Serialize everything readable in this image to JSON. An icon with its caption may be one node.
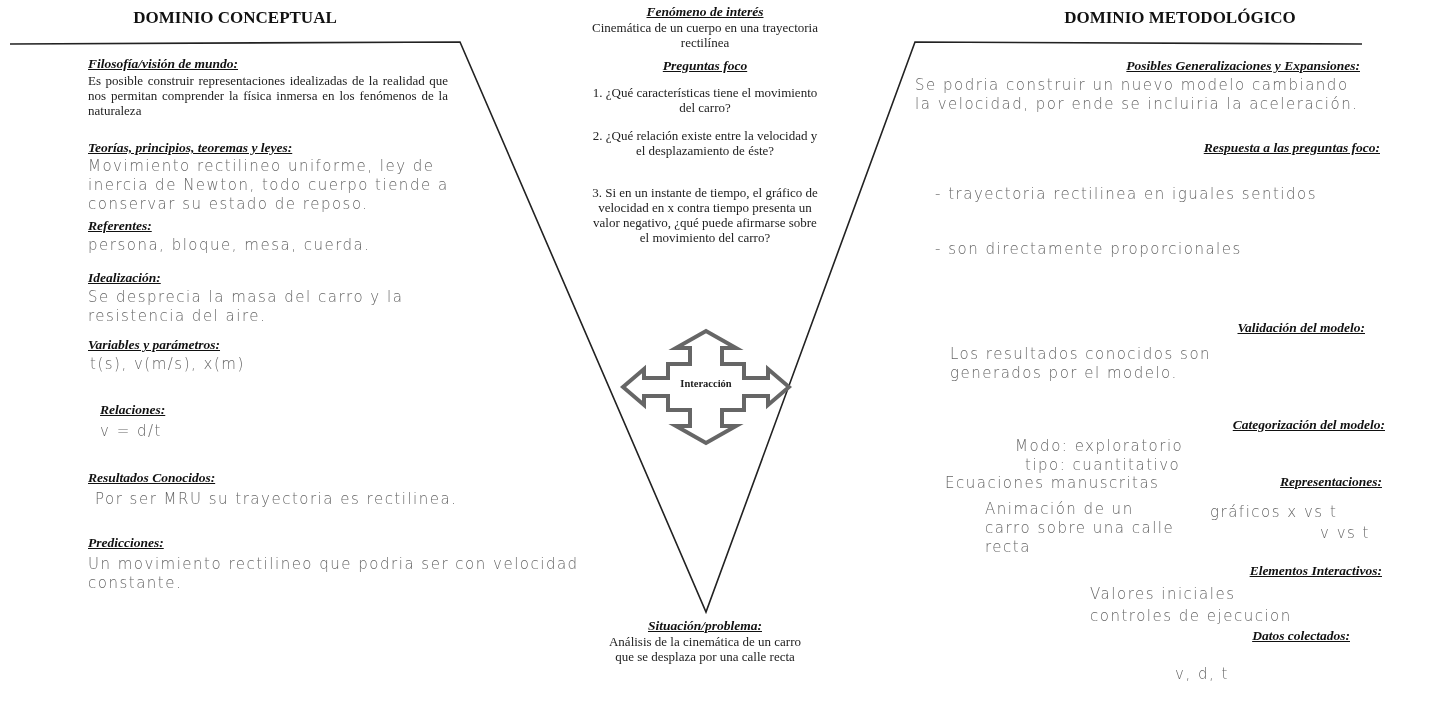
{
  "diagram": {
    "nodes": [
      {
        "text": [
          "Interacción"
        ]
      }
    ],
    "labels": [
      "DOMINIO CONCEPTUAL",
      "Filosofía/visión de mundo:",
      "Es posible construir representaciones idealizadas de la realidad que nos permitan comprender la física inmersa en los fenómenos de la naturaleza",
      "Teorías, principios, teoremas y leyes:",
      "Movimiento rectilineo uniforme, ley de inercia de Newton, todo cuerpo tiende a conservar su estado de reposo.",
      "Referentes:",
      "persona, bloque, mesa, cuerda.",
      "Idealización:",
      "Se desprecia la masa del carro y la resistencia del aire.",
      "Variables y parámetros:",
      "t(s), v(m/s), x(m)",
      "Relaciones:",
      "v = d/t",
      "Resultados Conocidos:",
      "Por ser MRU su trayectoria es rectilinea.",
      "Predicciones:",
      "Un movimiento rectilineo que podria ser con velocidad constante.",
      "Fenómeno de interés",
      "Cinemática de un cuerpo en una trayectoria rectilínea",
      "Preguntas foco",
      "1. ¿Qué características tiene el movimiento del carro?",
      "2. ¿Qué relación existe entre la velocidad y el desplazamiento de éste?",
      "3. Si en un instante de tiempo, el gráfico de velocidad en x contra tiempo presenta un valor negativo, ¿qué puede afirmarse sobre el movimiento del carro?",
      "Situación/problema:",
      "Análisis de la cinemática de un carro que se desplaza por una calle recta",
      "DOMINIO METODOLÓGICO",
      "Posibles Generalizaciones y Expansiones:",
      "Se podria construir un nuevo modelo cambiando la velocidad, por ende se incluiria la aceleración.",
      "Respuesta a las preguntas foco:",
      "- trayectoria rectilinea en iguales sentidos",
      "- son directamente proporcionales",
      "Validación del modelo:",
      "Los resultados conocidos son generados por el modelo.",
      "Categorización del modelo:",
      "Modo: exploratorio",
      "tipo: cuantitativo",
      "Ecuaciones manuscritas",
      "Representaciones:",
      "Animación de un carro sobre una calle recta",
      "gráficos x vs t",
      "v vs t",
      "Elementos Interactivos:",
      "Valores iniciales",
      "controles de ejecucion",
      "Datos colectados:",
      "v, d, t"
    ]
  }
}
